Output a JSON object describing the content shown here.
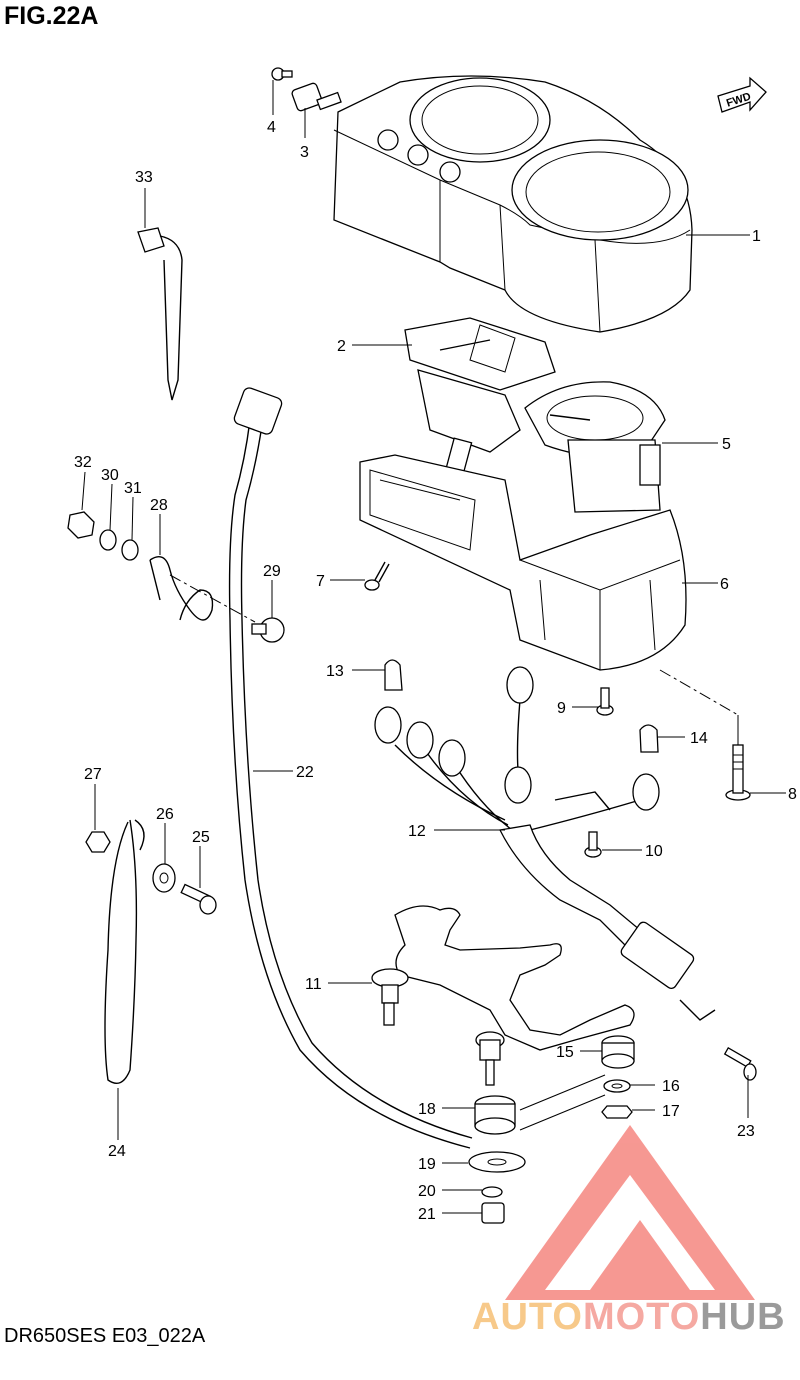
{
  "title": "FIG.22A",
  "footer_code": "DR650SES E03_022A",
  "direction_tag": "FWD",
  "watermark": {
    "part1": "AUTO",
    "part2": "MOTO",
    "part3": "HUB",
    "colors": {
      "auto": "#f7c98a",
      "moto": "#f5a9a2",
      "hub": "#9a9a9a",
      "logo": "#f0443a"
    }
  },
  "callouts": {
    "c1": "1",
    "c2": "2",
    "c3": "3",
    "c4": "4",
    "c5": "5",
    "c6": "6",
    "c7": "7",
    "c8": "8",
    "c9": "9",
    "c10": "10",
    "c11": "11",
    "c12": "12",
    "c13": "13",
    "c14": "14",
    "c15": "15",
    "c16": "16",
    "c17": "17",
    "c18": "18",
    "c19": "19",
    "c20": "20",
    "c21": "21",
    "c22": "22",
    "c23": "23",
    "c24": "24",
    "c25": "25",
    "c26": "26",
    "c27": "27",
    "c28": "28",
    "c29": "29",
    "c30": "30",
    "c31": "31",
    "c32": "32",
    "c33": "33"
  }
}
